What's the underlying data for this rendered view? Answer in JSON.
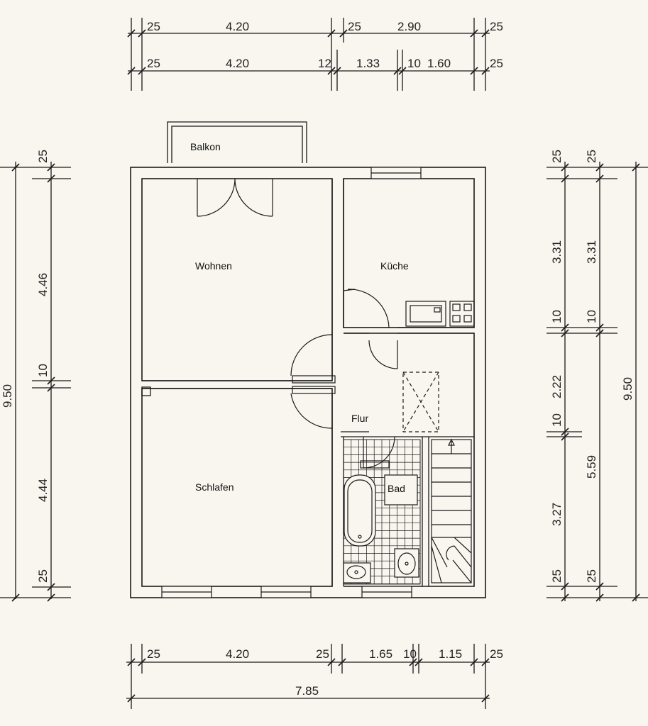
{
  "rooms": {
    "balkon": "Balkon",
    "wohnen": "Wohnen",
    "kueche": "Küche",
    "flur": "Flur",
    "schlafen": "Schlafen",
    "bad": "Bad"
  },
  "dimensions": {
    "top_row1": [
      "25",
      "4.20",
      "25",
      "2.90",
      "25"
    ],
    "top_row2": [
      "25",
      "4.20",
      "12",
      "1.33",
      "10",
      "1.60",
      "25"
    ],
    "left_outer": "9.50",
    "left_segments": [
      "25",
      "4.46",
      "10",
      "4.44",
      "25"
    ],
    "right_inner": [
      "25",
      "3.31",
      "10",
      "2.22",
      "10",
      "3.27",
      "25"
    ],
    "right_middle": [
      "25",
      "3.31",
      "10",
      "5.59",
      "25"
    ],
    "right_outer": "9.50",
    "bottom_row1": [
      "25",
      "4.20",
      "25",
      "1.65",
      "10",
      "1.15",
      "25"
    ],
    "bottom_total": "7.85"
  },
  "colors": {
    "line": "#1a1a1a",
    "paper": "#f8f6ef"
  }
}
